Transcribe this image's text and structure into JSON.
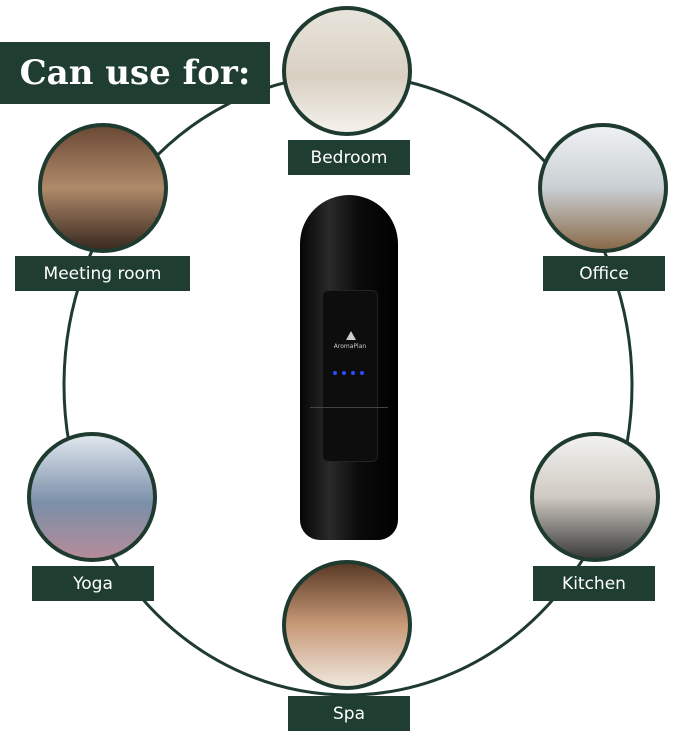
{
  "headline": "Can use for:",
  "brand_logo": "AromaPlan",
  "ring_color": "#1f3b2f",
  "label_color": "#1f3d30",
  "locations": [
    {
      "label": "Bedroom",
      "photo": "bedroom-photo"
    },
    {
      "label": "Meeting room",
      "photo": "meeting-room-photo"
    },
    {
      "label": "Office",
      "photo": "office-photo"
    },
    {
      "label": "Yoga",
      "photo": "yoga-photo"
    },
    {
      "label": "Kitchen",
      "photo": "kitchen-photo"
    },
    {
      "label": "Spa",
      "photo": "spa-photo"
    }
  ]
}
